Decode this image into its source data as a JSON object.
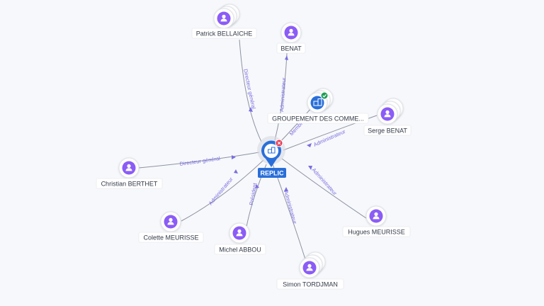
{
  "center": {
    "label": "REPLIC",
    "status": "closed-x-badge"
  },
  "colors": {
    "person": "#8b5cf6",
    "company": "#2a6fd9",
    "edge_text": "#7a6ee0",
    "status_red": "#e53954",
    "status_green": "#1f9d55"
  },
  "nodes": [
    {
      "id": "patrick",
      "label": "Patrick BELLAICHE",
      "kind": "person",
      "stacked": true,
      "relation": "Directeur général"
    },
    {
      "id": "benat",
      "label": "BENAT",
      "kind": "person",
      "stacked": false,
      "relation": "Administrateur"
    },
    {
      "id": "groupement",
      "label": "GROUPEMENT DES COMME...",
      "kind": "company",
      "stacked": true,
      "relation": "Membre"
    },
    {
      "id": "serge",
      "label": "Serge BENAT",
      "kind": "person",
      "stacked": true,
      "relation": "Administrateur"
    },
    {
      "id": "christian",
      "label": "Christian BERTHET",
      "kind": "person",
      "stacked": false,
      "relation": "Directeur général"
    },
    {
      "id": "colette",
      "label": "Colette MEURISSE",
      "kind": "person",
      "stacked": false,
      "relation": "Administrateur"
    },
    {
      "id": "michel",
      "label": "Michel ABBOU",
      "kind": "person",
      "stacked": false,
      "relation": "Président"
    },
    {
      "id": "simon",
      "label": "Simon TORDJMAN",
      "kind": "person",
      "stacked": true,
      "relation": "Administrateur"
    },
    {
      "id": "hugues",
      "label": "Hugues MEURISSE",
      "kind": "person",
      "stacked": false,
      "relation": "Administrateur"
    }
  ]
}
